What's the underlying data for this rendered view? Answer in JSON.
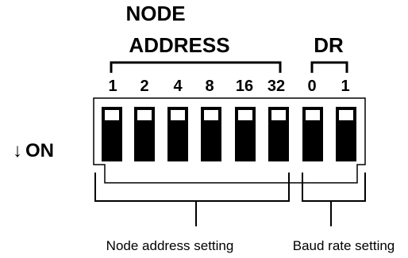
{
  "node_address": {
    "title_line1": "NODE",
    "title_line2": "ADDRESS",
    "bit_labels": [
      "1",
      "2",
      "4",
      "8",
      "16",
      "32"
    ],
    "caption": "Node address setting"
  },
  "data_rate": {
    "title": "DR",
    "bit_labels": [
      "0",
      "1"
    ],
    "caption": "Baud rate setting"
  },
  "on_indicator": {
    "arrow": "↓",
    "label": "ON"
  },
  "switches": {
    "count": 8,
    "position": "OFF",
    "colors": {
      "body": "#000000",
      "actuator": "#ffffff",
      "housing": "#ffffff",
      "stroke": "#000000"
    }
  }
}
